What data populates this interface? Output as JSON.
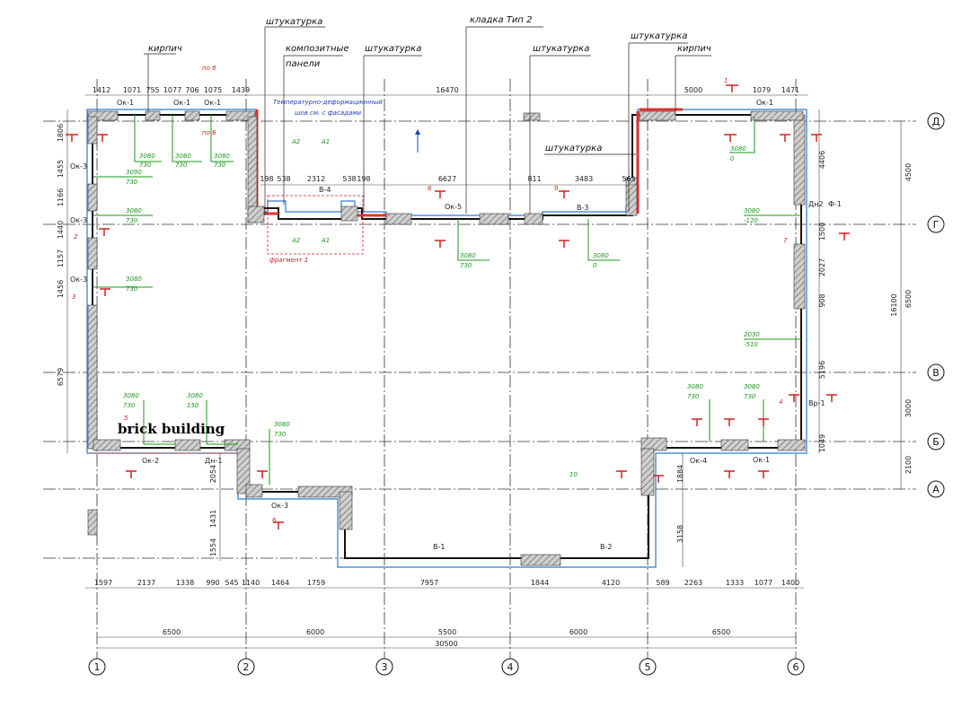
{
  "overlay_caption": "brick building",
  "callouts": {
    "brick_left": "кирпич",
    "plaster_1": "штукатурка",
    "composite_1": "композитные",
    "composite_2": "панели",
    "plaster_2": "штукатурка",
    "masonry": "кладка   Тип 2",
    "plaster_3": "штукатурка",
    "plaster_4": "штукатурка",
    "brick_right": "кирпич",
    "plaster_5": "штукатурка",
    "joint_1": "Температурно-деформационный",
    "joint_2": "шов см. с фасадами",
    "fragment": "фрагмент 1",
    "po6a": "по 6",
    "po6b": "по 6"
  },
  "openings": {
    "ok1a": "Ок-1",
    "ok1b": "Ок-1",
    "ok1c": "Ок-1",
    "ok1d": "Ок-1",
    "ok1e": "Ок-1",
    "ok3a": "Ок-3",
    "ok3b": "Ок-3",
    "ok3c": "Ок-3",
    "ok3d": "Ок-3",
    "ok5": "Ок-5",
    "ok2": "Ок-2",
    "ok4": "Ок-4",
    "dn1": "Дн-1",
    "dn2": "Дн2",
    "f1": "Ф-1",
    "vr1": "Вр-1",
    "v1": "В-1",
    "v2": "В-2",
    "v3": "В-3",
    "v4": "В-4"
  },
  "top_dims": [
    "1412",
    "1071",
    "755",
    "1077",
    "706",
    "1075",
    "1439",
    "16470",
    "5000",
    "1079",
    "1471"
  ],
  "mid_dims": [
    "198",
    "538",
    "2312",
    "538",
    "198",
    "6627",
    "811",
    "3483",
    "565"
  ],
  "left_dims": [
    "1806",
    "1455",
    "1166",
    "1440",
    "1157",
    "1456",
    "6579"
  ],
  "right_dims": [
    "4406",
    "1500",
    "2027",
    "908",
    "5196",
    "1049"
  ],
  "right_axis_dims": [
    "4500",
    "6500",
    "3000",
    "2100",
    "16100"
  ],
  "bottom_dims": [
    "1597",
    "2137",
    "1338",
    "990",
    "545",
    "1140",
    "1464",
    "1759",
    "7957",
    "1844",
    "4120",
    "589",
    "2263",
    "1333",
    "1077",
    "1400"
  ],
  "inner_dims": [
    "2054",
    "1431",
    "1554",
    "1884",
    "3158"
  ],
  "axis_dims": [
    "6500",
    "6000",
    "5500",
    "6000",
    "6500"
  ],
  "axis_total": "30500",
  "col_axes": [
    "1",
    "2",
    "3",
    "4",
    "5",
    "6"
  ],
  "row_axes": [
    "Д",
    "Г",
    "В",
    "Б",
    "А"
  ],
  "marks": {
    "m1": [
      "3080",
      "730"
    ],
    "m2": [
      "3080",
      "730"
    ],
    "m3": [
      "3080",
      "730"
    ],
    "m4": [
      "3090",
      "730"
    ],
    "m5": [
      "3080",
      "730"
    ],
    "m6": [
      "3080",
      "730"
    ],
    "m7": [
      "3080",
      "730"
    ],
    "m8": [
      "3080",
      "0"
    ],
    "m9": [
      "3080",
      "-120"
    ],
    "m10": [
      "2030",
      "-510"
    ],
    "m11": [
      "3080",
      "730"
    ],
    "m12": [
      "3080",
      "730"
    ],
    "m13": [
      "3080",
      "730"
    ],
    "m14": [
      "3080",
      "150"
    ],
    "m15": [
      "3080",
      "730"
    ],
    "m16": [
      "3080",
      "0"
    ]
  },
  "section_marks": {
    "a1": "A1",
    "a2": "A2",
    "a1b": "A1",
    "a2b": "A2",
    "s1": "1",
    "s2": "2",
    "s3": "3",
    "s5": "5",
    "s6": "6",
    "s7": "7",
    "s8": "8",
    "s9": "9",
    "s10": "10",
    "s4": "4"
  }
}
